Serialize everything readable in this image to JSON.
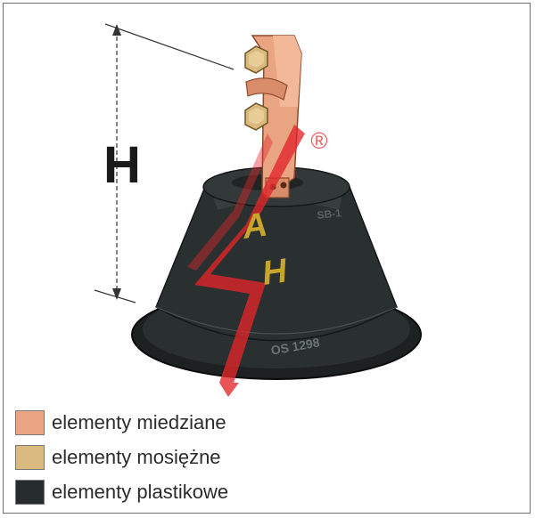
{
  "figure": {
    "dimension_label": "H",
    "registered_mark": "®",
    "base_marking": "OS 1298",
    "base_marking_small": "SB-1",
    "colors": {
      "copper": "#e9a482",
      "brass": "#d9b97e",
      "plastic": "#262b2b",
      "logo_red": "#e3262b",
      "logo_yellow": "#f3c62b"
    }
  },
  "legend": {
    "items": [
      {
        "label": "elementy miedziane",
        "color": "#e9a482"
      },
      {
        "label": "elementy mosiężne",
        "color": "#d9b97e"
      },
      {
        "label": "elementy plastikowe",
        "color": "#262b2b"
      }
    ]
  }
}
